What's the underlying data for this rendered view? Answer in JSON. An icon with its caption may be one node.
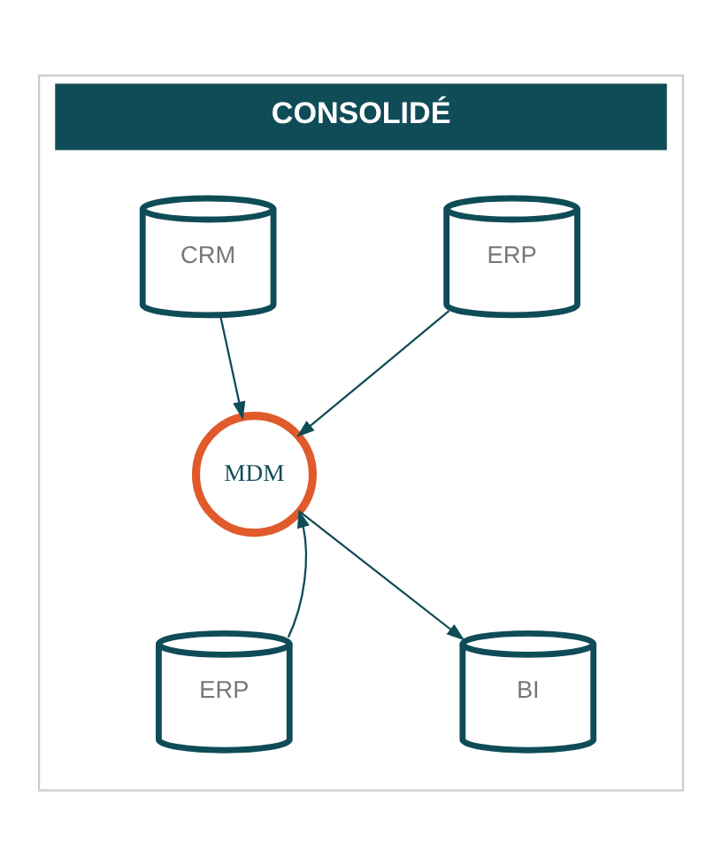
{
  "diagram": {
    "nodes": [
      {
        "text": [
          "CONSOLIDÉ"
        ]
      },
      {
        "text": [
          "ERP"
        ],
        "in": 0
      },
      {
        "text": [
          "CRM"
        ],
        "in": 0
      },
      {
        "text": [
          "MDM"
        ],
        "in": 0
      },
      {
        "text": [
          "ERP"
        ],
        "in": 0
      },
      {
        "text": [
          "BI"
        ],
        "in": 0
      }
    ],
    "edges": [
      {
        "from": 1,
        "to": 3,
        "arrow": "to"
      },
      {
        "from": 2,
        "to": 3,
        "arrow": "to"
      },
      {
        "from": 4,
        "to": 3,
        "arrow": "to"
      },
      {
        "from": 3,
        "to": 5,
        "arrow": "to"
      }
    ]
  }
}
